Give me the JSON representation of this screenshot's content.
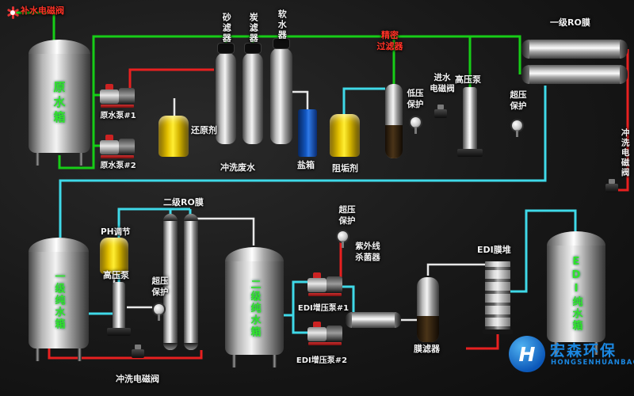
{
  "labels": {
    "makeup_valve": "补水电磁阀",
    "raw_tank": "原水箱",
    "raw_pump1": "原水泵#1",
    "raw_pump2": "原水泵#2",
    "reducer": "还原剂",
    "sand_filter": "砂滤器",
    "carbon_filter": "炭滤器",
    "softener": "软水器",
    "flush_waste": "冲洗废水",
    "salt_box": "盐箱",
    "antiscalant": "阻垢剂",
    "precision_filter": "精密\n过滤器",
    "low_pressure": "低压\n保护",
    "inlet_valve": "进水\n电磁阀",
    "hp_pump_top": "高压泵",
    "overpressure_top": "超压\n保护",
    "ro_stage1": "一级RO膜",
    "flush_valve_right": "冲洗电磁阀",
    "ro_stage2": "二级RO膜",
    "pure_tank1": "一级纯水箱",
    "ph_adjust": "PH调节",
    "hp_pump_bottom": "高压泵",
    "overpressure_bottom": "超压\n保护",
    "pure_tank2": "二级纯水箱",
    "overpressure_edi": "超压\n保护",
    "edi_pump1": "EDI增压泵#1",
    "edi_pump2": "EDI增压泵#2",
    "uv_sterilizer": "紫外线\n杀菌器",
    "membrane_filter": "膜滤器",
    "edi_stack": "EDI膜堆",
    "edi_tank": "EDI纯水箱",
    "flush_valve_bottom": "冲洗电磁阀"
  },
  "logo": {
    "mark": "H",
    "name": "宏森环保",
    "subtitle": "HONGSENHUANBAO",
    "color": "#1b87e0"
  },
  "colors": {
    "pipe_green": "#17cd17",
    "pipe_red": "#e82020",
    "pipe_cyan": "#3fd9e8",
    "pipe_white": "#e8e8e8",
    "tank_label_green": "#2fe52a",
    "label_red": "#ff3226",
    "label_white": "#f2f2f2"
  },
  "icons": {
    "makeup_valve_icon": "red-starburst",
    "pressure_switch_icon": "round-gauge",
    "solenoid_valve_icon": "black-valve-body"
  }
}
